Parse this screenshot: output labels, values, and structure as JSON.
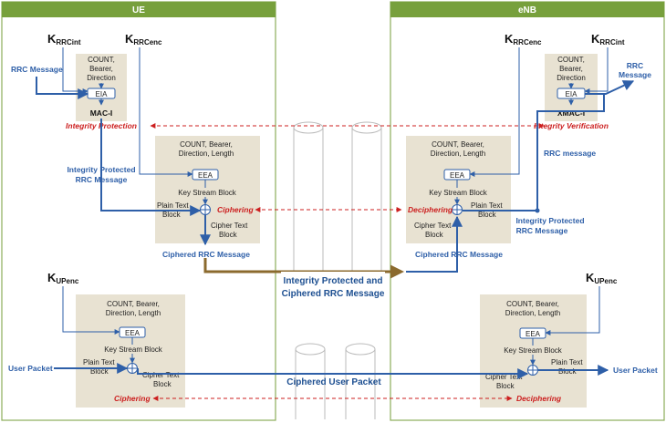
{
  "headers": {
    "ue": "UE",
    "enb": "eNB"
  },
  "keys": {
    "ue_int": {
      "main": "K",
      "sub": "RRCint"
    },
    "ue_enc": {
      "main": "K",
      "sub": "RRCenc"
    },
    "ue_up": {
      "main": "K",
      "sub": "UPenc"
    },
    "enb_enc": {
      "main": "K",
      "sub": "RRCenc"
    },
    "enb_int": {
      "main": "K",
      "sub": "RRCint"
    },
    "enb_up": {
      "main": "K",
      "sub": "UPenc"
    }
  },
  "ue_integrity": {
    "params": [
      "COUNT,",
      "Bearer,",
      "Direction"
    ],
    "algo": "EIA",
    "output": "MAC-I",
    "input_label": "RRC Message",
    "stage_label": "Integrity Protection"
  },
  "ue_cipher": {
    "params": [
      "COUNT, Bearer,",
      "Direction, Length"
    ],
    "algo": "EEA",
    "keystream": "Key Stream Block",
    "plain": [
      "Plain Text",
      "Block"
    ],
    "cipher": [
      "Cipher Text",
      "Block"
    ],
    "stage_label": "Ciphering",
    "input_label": [
      "Integrity Protected",
      "RRC Message"
    ],
    "output_label": "Ciphered RRC Message"
  },
  "ue_user": {
    "params": [
      "COUNT, Bearer,",
      "Direction, Length"
    ],
    "algo": "EEA",
    "keystream": "Key Stream Block",
    "plain": [
      "Plain Text",
      "Block"
    ],
    "cipher": [
      "Cipher Text",
      "Block"
    ],
    "stage_label": "Ciphering",
    "input_label": "User Packet"
  },
  "enb_integrity": {
    "params": [
      "COUNT,",
      "Bearer,",
      "Direction"
    ],
    "algo": "EIA",
    "output": "XMAC-I",
    "output_label": [
      "RRC",
      "Message"
    ],
    "stage_label": "Integrity Verification",
    "rrc_message": "RRC message"
  },
  "enb_cipher": {
    "params": [
      "COUNT, Bearer,",
      "Direction, Length"
    ],
    "algo": "EEA",
    "keystream": "Key Stream Block",
    "plain": [
      "Plain Text",
      "Block"
    ],
    "cipher": [
      "Cipher Text",
      "Block"
    ],
    "stage_label": "Deciphering",
    "input_label": "Ciphered RRC Message",
    "output_label": [
      "Integrity Protected",
      "RRC Message"
    ]
  },
  "enb_user": {
    "params": [
      "COUNT, Bearer,",
      "Direction, Length"
    ],
    "algo": "EEA",
    "keystream": "Key Stream Block",
    "plain": [
      "Plain Text",
      "Block"
    ],
    "cipher": [
      "Cipher Text",
      "Block"
    ],
    "stage_label": "Deciphering",
    "output_label": "User Packet"
  },
  "channel": {
    "rrc_label": [
      "Integrity Protected and",
      "Ciphered RRC Message"
    ],
    "user_label": "Ciphered User Packet"
  },
  "colors": {
    "header_green": "#77a03c",
    "frame_green": "#8cae5a",
    "box_fill": "#e8e2d2",
    "blue": "#2e5fa8",
    "red": "#cc1f1f",
    "brown": "#8b6a2e"
  }
}
